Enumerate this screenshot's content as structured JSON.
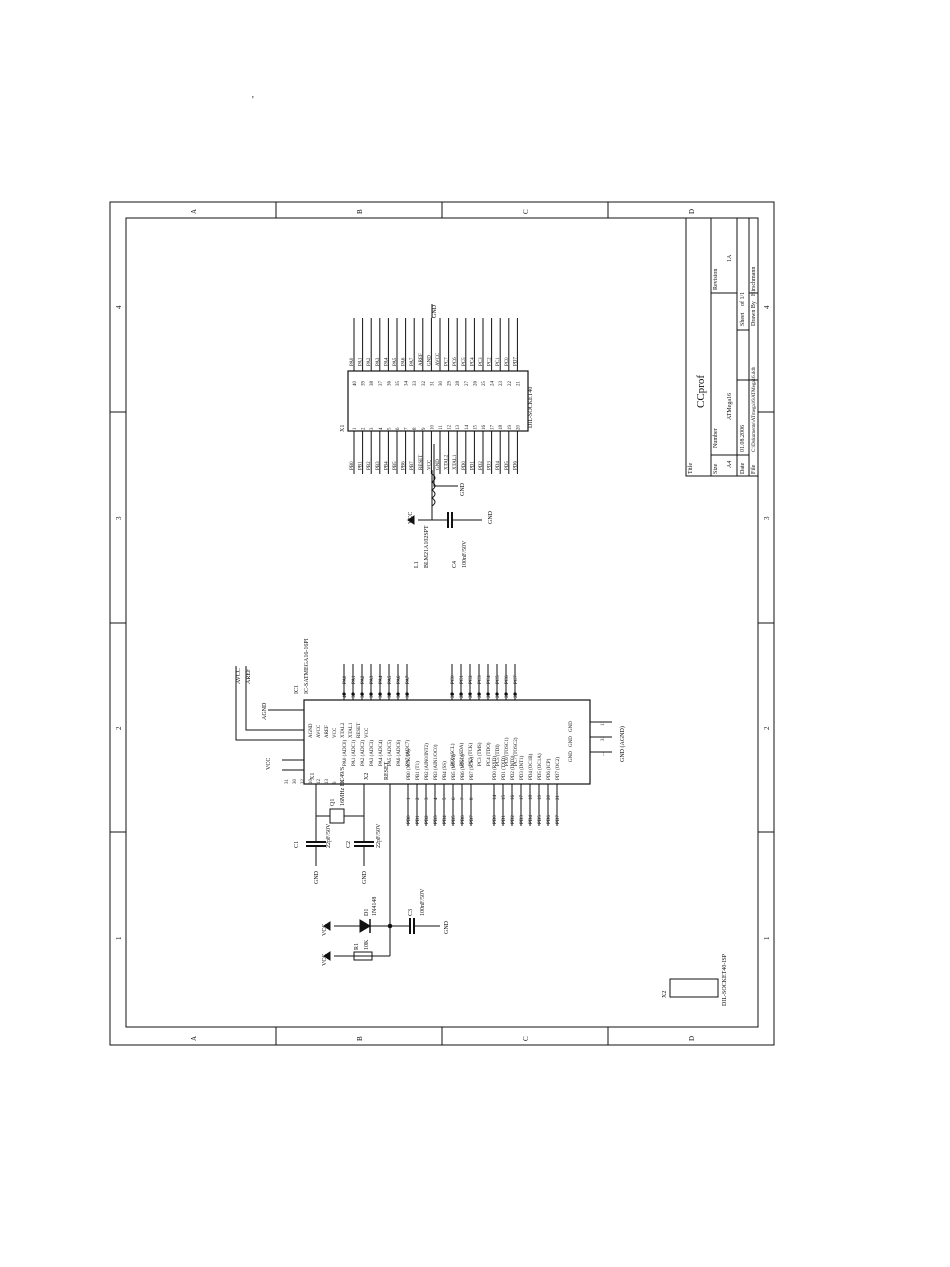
{
  "page": {
    "stray_mark": "'"
  },
  "frame": {
    "zone_letters": [
      "A",
      "B",
      "C",
      "D"
    ],
    "zone_numbers": [
      "4",
      "3",
      "2",
      "1"
    ]
  },
  "title_block": {
    "title_label": "Title",
    "title_value": "CCprof",
    "size_label": "Size",
    "size_value": "A4",
    "number_label": "Number",
    "number_value": "ATMega16",
    "revision_label": "Revision",
    "revision_value": "1A",
    "date_label": "Date",
    "date_value": "01.08.2006",
    "sheet_label": "Sheet",
    "sheet_value": "of 1/1",
    "file_label": "File",
    "file_value": "C:\\Dokumente\\ATmega16\\ATMega16.ddb",
    "drawn_label": "Drawn By",
    "drawn_value": "Hirschmann"
  },
  "ic_main": {
    "ref": "IC1",
    "value": "IC-SATMEGA16-16PI",
    "left_pins": [
      "AGND",
      "AVCC",
      "AREF",
      "VCC",
      "XTAL2",
      "XTAL1",
      "RESET",
      "VCC"
    ],
    "left_numbers": [
      "31",
      "30",
      "32",
      "10",
      "12",
      "13",
      "9",
      "11"
    ],
    "porta": [
      "PA0 (ADC0)",
      "PA1 (ADC1)",
      "PA2 (ADC2)",
      "PA3 (ADC3)",
      "PA4 (ADC4)",
      "PA5 (ADC5)",
      "PA6 (ADC6)",
      "PA7 (ADC7)"
    ],
    "porta_nets": [
      "PA0",
      "PA1",
      "PA2",
      "PA3",
      "PA4",
      "PA5",
      "PA6",
      "PA7"
    ],
    "porta_numbers": [
      "40",
      "39",
      "38",
      "37",
      "36",
      "35",
      "34",
      "33"
    ],
    "portc": [
      "PC0 (SCL)",
      "PC1 (SDA)",
      "PC2 (TCK)",
      "PC3 (TMS)",
      "PC4 (TDO)",
      "PC5 (TDI)",
      "PC6 (TOSC1)",
      "PC7 (TOSC2)"
    ],
    "portc_nets": [
      "PC0",
      "PC1",
      "PC2",
      "PC3",
      "PC4",
      "PC5",
      "PC6",
      "PC7"
    ],
    "portc_numbers": [
      "22",
      "23",
      "24",
      "25",
      "26",
      "27",
      "28",
      "29"
    ],
    "portb": [
      "PB0 (XCK/T0)",
      "PB1 (T1)",
      "PB2 (AIN0/INT2)",
      "PB3 (AIN1/OC0)",
      "PB4 (SS)",
      "PB5 (MOSI)",
      "PB6 (MISO)",
      "PB7 (SCK)"
    ],
    "portb_nets": [
      "PB0",
      "PB1",
      "PB2",
      "PB3",
      "PB4",
      "PB5",
      "PB6",
      "PB7"
    ],
    "portb_numbers": [
      "1",
      "2",
      "3",
      "4",
      "5",
      "6",
      "7",
      "8"
    ],
    "portd": [
      "PD0 (RXD)",
      "PD1 (TXD)",
      "PD2 (INT0)",
      "PD3 (INT1)",
      "PD4 (OC1B)",
      "PD5 (OC1A)",
      "PD6 (ICP)",
      "PD7 (OC2)"
    ],
    "portd_nets": [
      "PD0",
      "PD1",
      "PD2",
      "PD3",
      "PD4",
      "PD5",
      "PD6",
      "PD7"
    ],
    "portd_numbers": [
      "14",
      "15",
      "16",
      "17",
      "18",
      "19",
      "20",
      "21"
    ],
    "gnd_pins": [
      "GND",
      "GND",
      "GND"
    ],
    "gnd_numbers": [
      "11",
      "31",
      "..."
    ],
    "gnd_net": "GND (AGND)"
  },
  "power_nets": {
    "avcc": "AVCC",
    "aref": "AREF",
    "agnd": "AGND",
    "vcc": "VCC",
    "gnd": "GND"
  },
  "crystal": {
    "ref": "Q1",
    "value": "16MHz HC49/S",
    "xtal2": "X2",
    "xtal1": "X1"
  },
  "caps": {
    "c1_ref": "C1",
    "c1_value": "22pF/50V",
    "c2_ref": "C2",
    "c2_value": "22pF/50V",
    "c3_ref": "C3",
    "c3_value": "100nF/50V",
    "c4_ref": "C4",
    "c4_value": "100nF/50V"
  },
  "reset": {
    "r1_ref": "R1",
    "r1_value": "10K",
    "d1_ref": "D1",
    "d1_value": "1N4148",
    "net": "RESET"
  },
  "inductor": {
    "ref": "L1",
    "value": "BLM21A102SPT"
  },
  "connector_main": {
    "ref": "X1",
    "value": "DIL-SOCKET40",
    "left_numbers": [
      "1",
      "2",
      "3",
      "4",
      "5",
      "6",
      "7",
      "8",
      "9",
      "10",
      "11",
      "12",
      "13",
      "14",
      "15",
      "16",
      "17",
      "18",
      "19",
      "20"
    ],
    "right_numbers": [
      "40",
      "39",
      "38",
      "37",
      "36",
      "35",
      "34",
      "33",
      "32",
      "31",
      "30",
      "29",
      "28",
      "27",
      "26",
      "25",
      "24",
      "23",
      "22",
      "21"
    ],
    "left_nets": [
      "PB0",
      "PB1",
      "PB2",
      "PB3",
      "PB4",
      "PB5",
      "PB6",
      "PB7",
      "RESET",
      "VCC",
      "GND",
      "XTAL2",
      "XTAL1",
      "PD0",
      "PD1",
      "PD2",
      "PD3",
      "PD4",
      "PD5",
      "PD6"
    ],
    "right_nets": [
      "PA0",
      "PA1",
      "PA2",
      "PA3",
      "PA4",
      "PA5",
      "PA6",
      "PA7",
      "AREF",
      "GND",
      "AVCC",
      "PC7",
      "PC6",
      "PC5",
      "PC4",
      "PC3",
      "PC2",
      "PC1",
      "PC0",
      "PD7"
    ]
  },
  "connector_small": {
    "ref": "X2",
    "value": "DIL-SOCKET40-ISP"
  }
}
